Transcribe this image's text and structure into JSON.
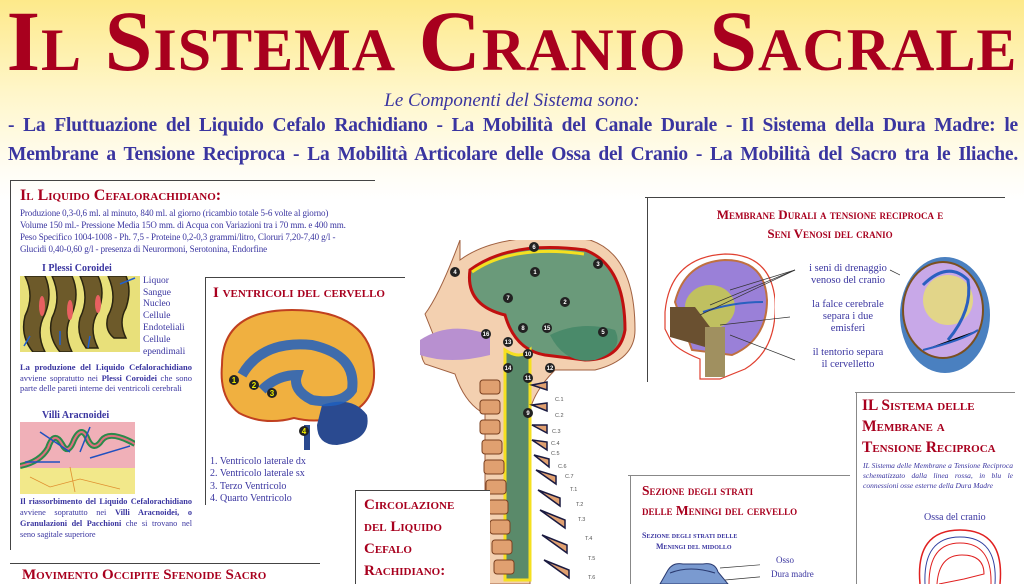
{
  "header": {
    "title": "Il Sistema Cranio Sacrale",
    "subtitle": "Le Componenti del Sistema sono:",
    "components_line1": "- La Fluttuazione del Liquido Cefalo Rachidiano - La Mobilità del Canale Durale - Il Sistema della Dura Madre: le",
    "components_line2": "Membrane a Tensione Reciproca - La Mobilità Articolare delle Ossa del Cranio - La Mobilità del Sacro tra le Iliache."
  },
  "liquido": {
    "heading": "Il Liquido Cefalorachidiano:",
    "lines": [
      "Produzione 0,3-0,6 ml. al minuto, 840 ml. al giorno  (ricambio totale 5-6 volte al giorno)",
      "Volume 150 ml.- Pressione  Media 15O mm. di Acqua con Variazioni tra i 70 mm. e 400 mm.",
      "Peso Specifico 1004-1008 - Ph. 7,5 - Proteine 0,2-0,3  grammi/litro, Cloruri 7,20-7,40 g/l -",
      "Glucidi 0,40-0,60 g/l - presenza di Neurormoni, Serotonina, Endorfine"
    ],
    "plessi_title": "I Plessi Coroidei",
    "plessi_labels": [
      "Liquor",
      "Sangue",
      "Nucleo",
      "Cellule",
      "Endoteliali",
      "Cellule",
      "ependimali"
    ],
    "plessi_caption_bold": "La produzione del Liquido Cefalorachidiano",
    "plessi_caption_a": "avviene sopratutto nei ",
    "plessi_caption_bold2": "Plessi Coroidei",
    "plessi_caption_b": " che sono parte delle pareti interne dei ventricoli cerebrali",
    "villi_title": "Villi Aracnoidei",
    "villi_caption_bold": "Il riassorbimento del Liquido Cefalorachidiano",
    "villi_caption_a": "avviene sopratutto nei ",
    "villi_caption_bold2": "Villi Aracnoidei, o Granulazioni del Pacchioni",
    "villi_caption_b": " che si trovano nel seno sagitale superiore"
  },
  "movimento": {
    "heading": "Movimento Occipite Sfenoide Sacro"
  },
  "ventricoli": {
    "heading": "I ventricoli del cervello",
    "markers": [
      "1",
      "2",
      "3",
      "4"
    ],
    "list": [
      "1. Ventricolo laterale dx",
      "2. Ventricolo laterale sx",
      "3. Terzo Ventricolo",
      "4. Quarto Ventricolo"
    ]
  },
  "spine": {
    "markers": [
      "1",
      "2",
      "3",
      "4",
      "5",
      "6",
      "7",
      "8",
      "9",
      "10",
      "11",
      "12",
      "13",
      "14",
      "15",
      "16"
    ],
    "vertebrae": [
      "C.1",
      "C.2",
      "C.3",
      "C.4",
      "C.5",
      "C.6",
      "C.7",
      "T.1",
      "T.2",
      "T.3",
      "T.4",
      "T.5",
      "T.6"
    ]
  },
  "circolazione": {
    "heading_lines": [
      "Circolazione",
      "del Liquido",
      "Cefalo",
      "Rachidiano:"
    ]
  },
  "durali": {
    "heading_lines": [
      "Membrane Durali a tensione reciproca e",
      "Seni Venosi del cranio"
    ],
    "labels": [
      "i seni di drenaggio",
      "venoso del cranio",
      "la falce cerebrale",
      "separa i due",
      "emisferi",
      "il tentorio separa",
      "il cervelletto"
    ]
  },
  "sistema_membrane": {
    "heading_lines": [
      "IL Sistema delle",
      "Membrane a",
      "Tensione Reciproca"
    ],
    "text": "IL Sistema delle Membrane a Tensione Reciproca schematizzato dalla linea rossa, in blu le connessioni osse esterne della Dura Madre",
    "ossa_label": "Ossa del cranio"
  },
  "meningi": {
    "heading_lines": [
      "Sezione degli strati",
      "delle Meningi del cervello"
    ],
    "sub_lines": [
      "Sezione degli strati delle",
      "Meningi del midollo"
    ],
    "labels": [
      "Osso",
      "Dura madre"
    ]
  },
  "colors": {
    "red": "#a8001e",
    "blue": "#3a35a0"
  }
}
